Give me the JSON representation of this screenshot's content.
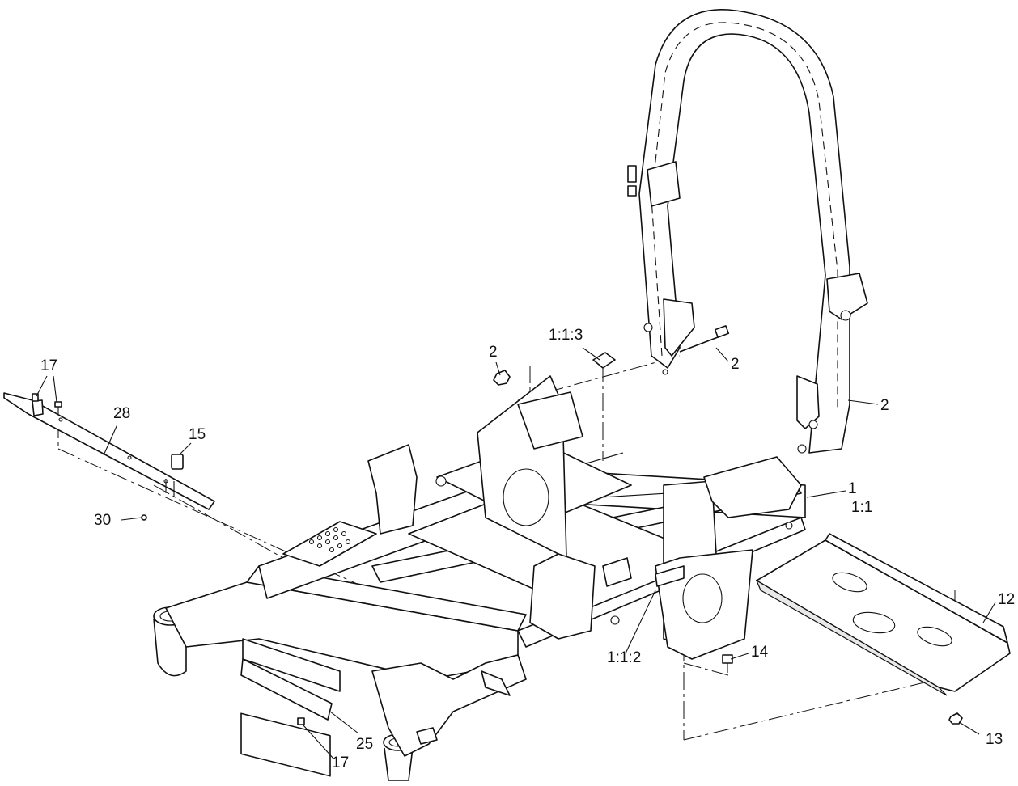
{
  "callouts": {
    "c_17a": "17",
    "c_28": "28",
    "c_15": "15",
    "c_30": "30",
    "c_2a": "2",
    "c_113": "1:1:3",
    "c_2b": "2",
    "c_2c": "2",
    "c_1": "1",
    "c_11": "1:1",
    "c_12": "12",
    "c_112": "1:1:2",
    "c_14": "14",
    "c_13": "13",
    "c_25": "25",
    "c_17b": "17"
  }
}
